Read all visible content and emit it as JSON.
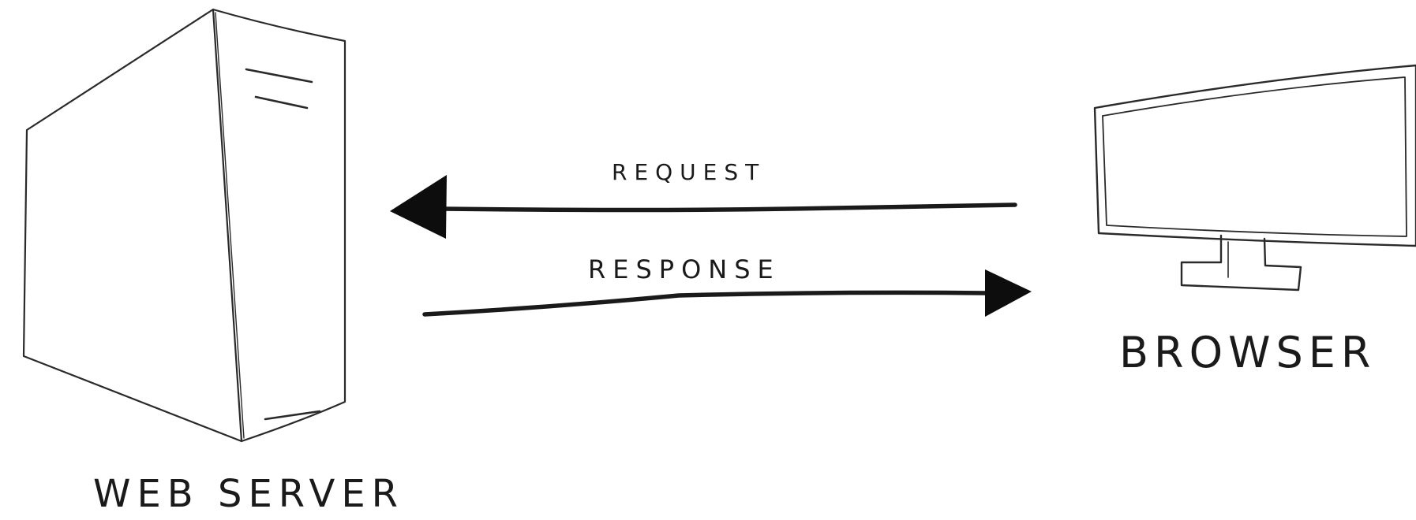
{
  "diagram": {
    "server": {
      "label": "WEB SERVER"
    },
    "browser": {
      "label": "BROWSER"
    },
    "request": {
      "label": "REQUEST"
    },
    "response": {
      "label": "RESPONSE"
    }
  },
  "colors": {
    "ink": "#1a1a1a",
    "background": "#ffffff"
  }
}
